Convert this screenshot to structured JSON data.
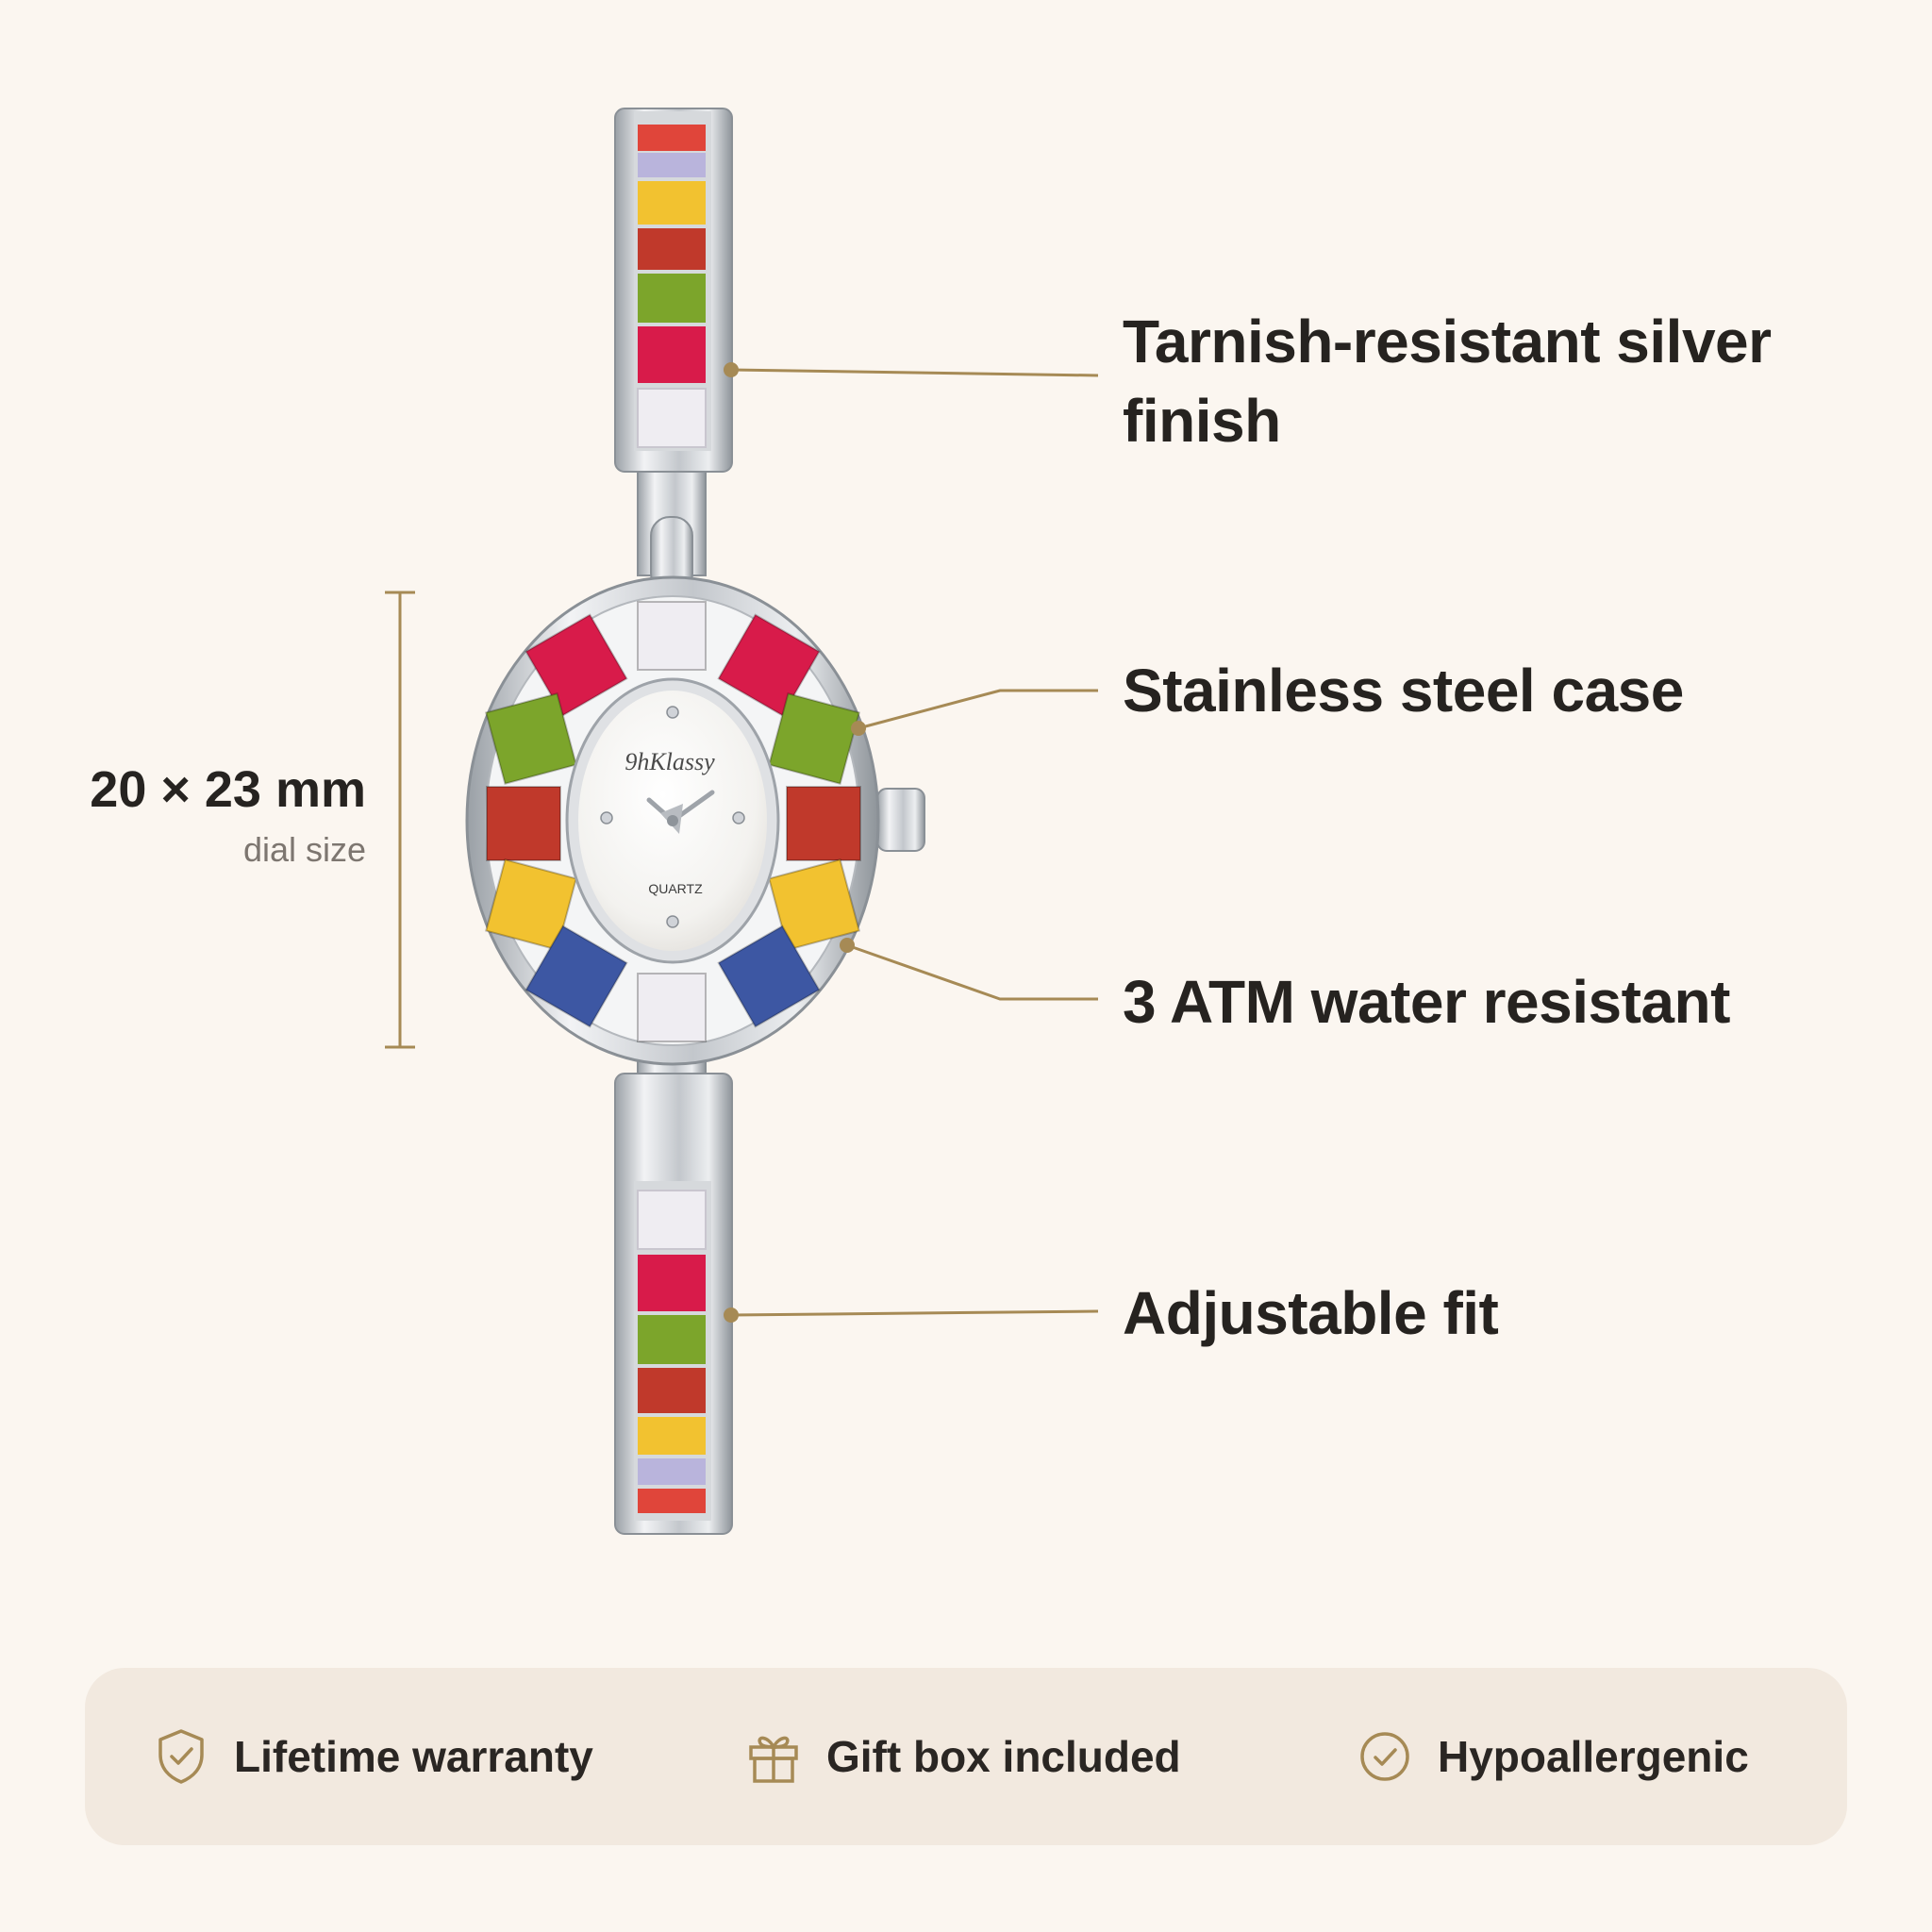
{
  "brand": {
    "logo_text": "9hKlassy",
    "dial_label": "QUARTZ"
  },
  "features": [
    {
      "label": "Tarnish-resistant silver finish"
    },
    {
      "label": "Stainless steel case"
    },
    {
      "label": "3 ATM water resistant"
    },
    {
      "label": "Adjustable fit"
    }
  ],
  "dimension": {
    "value": "20 × 23 mm",
    "caption": "dial size"
  },
  "benefits": [
    {
      "label": "Lifetime warranty",
      "icon": "shield-check-icon"
    },
    {
      "label": "Gift box included",
      "icon": "gift-icon"
    },
    {
      "label": "Hypoallergenic",
      "icon": "check-circle-icon"
    }
  ],
  "colors": {
    "background": "#fbf6f0",
    "accent_gold": "#a68a55",
    "text_dark": "#262320",
    "text_muted": "#7d7670",
    "panel": "#f2e9df",
    "gem_red": "#c0392b",
    "gem_pink": "#d81b4a",
    "gem_green": "#7ca52b",
    "gem_yellow": "#f2c230",
    "gem_blue": "#3d57a3",
    "gem_white": "#efedf2",
    "gem_orange": "#e0453a",
    "gem_lavender": "#b9b4dc"
  }
}
